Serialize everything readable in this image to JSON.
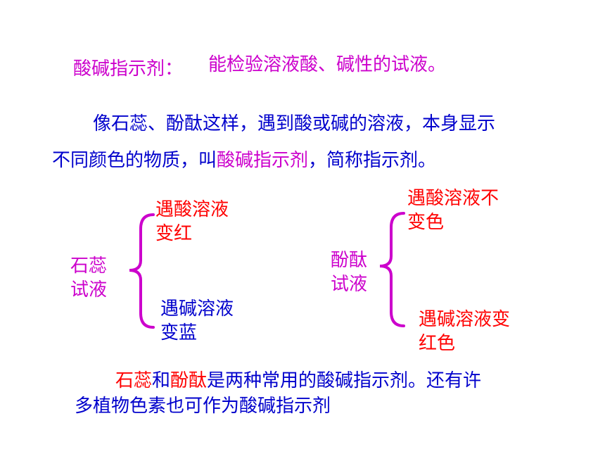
{
  "definition": {
    "term": "酸碱指示剂：",
    "text": "能检验溶液酸、碱性的试液。"
  },
  "paragraph1": {
    "line1": "像石蕊、酚酞这样，遇到酸或碱的溶液，本身显示",
    "line2_a": "不同颜色的物质，叫",
    "line2_term": "酸碱指示剂",
    "line2_b": "，简称指示剂。"
  },
  "litmus": {
    "name_line1": "石蕊",
    "name_line2": "试液",
    "acid_line1": "遇酸溶液",
    "acid_line2": "变红",
    "base_line1": "遇碱溶液",
    "base_line2": "变蓝"
  },
  "phenolphthalein": {
    "name_line1": "酚酞",
    "name_line2": "试液",
    "acid_line1": "遇酸溶液不",
    "acid_line2": "变色",
    "base_line1": "遇碱溶液变",
    "base_line2": "红色"
  },
  "paragraph2": {
    "term1": "石蕊",
    "and": "和",
    "term2": "酚酞",
    "rest1": "是两种常用的酸碱指示剂。还有许",
    "line2": "多植物色素也可作为酸碱指示剂"
  },
  "colors": {
    "magenta": "#cc00cc",
    "blue": "#0000cc",
    "red": "#ff0000"
  }
}
